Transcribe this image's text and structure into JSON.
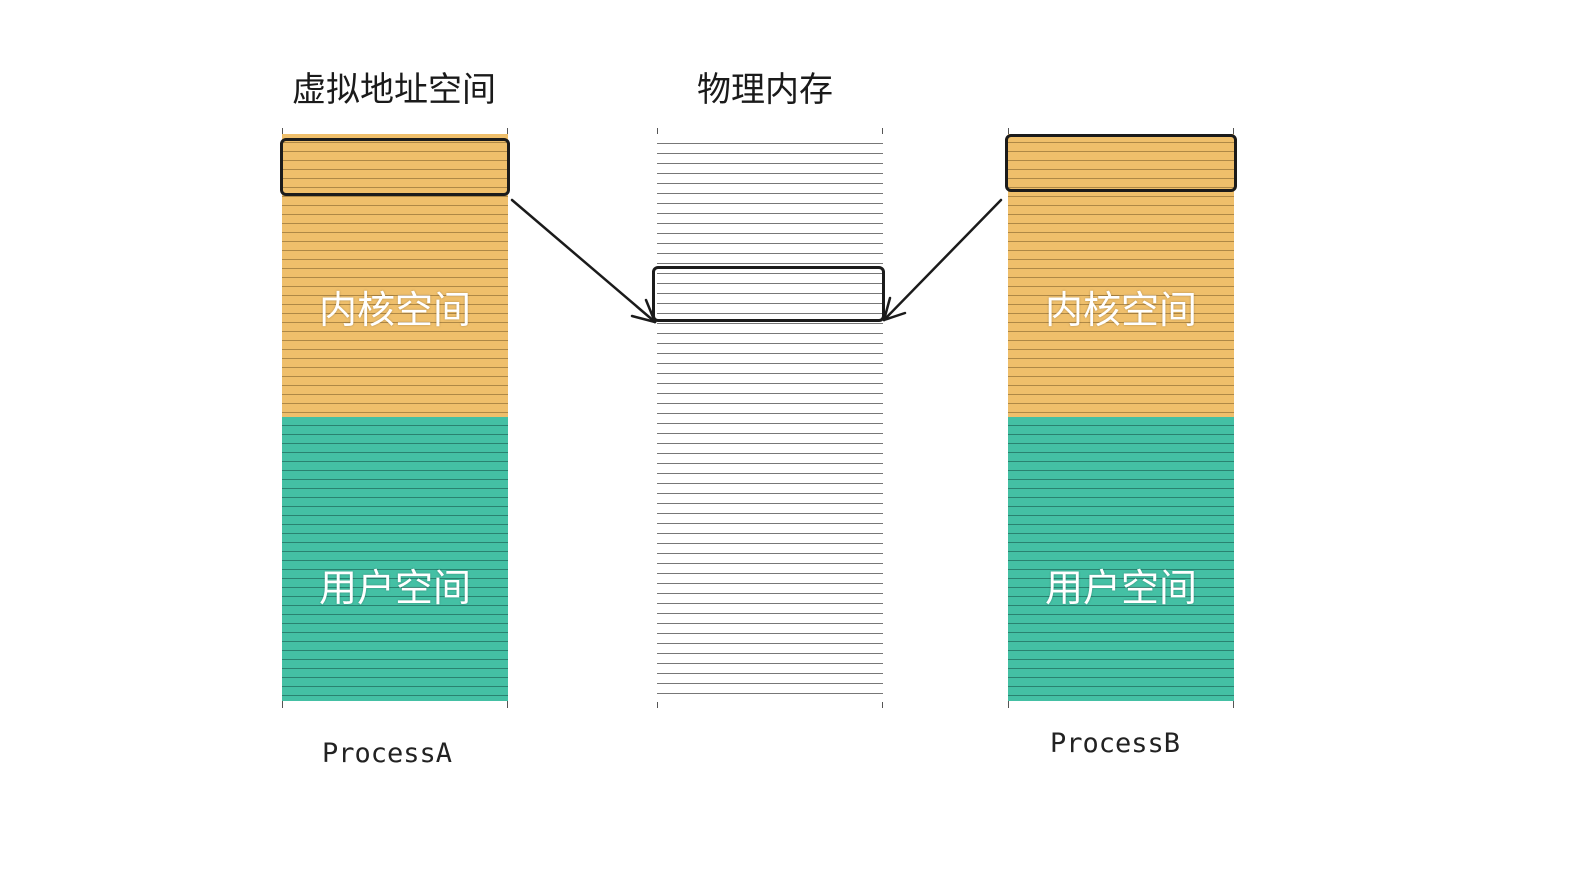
{
  "titles": {
    "virtual_address_space": "虚拟地址空间",
    "physical_memory": "物理内存"
  },
  "process_a": {
    "name": "ProcessA",
    "kernel_label": "内核空间",
    "user_label": "用户空间"
  },
  "process_b": {
    "name": "ProcessB",
    "kernel_label": "内核空间",
    "user_label": "用户空间"
  },
  "colors": {
    "kernel": "#efbf6b",
    "user": "#44c0a4",
    "outline": "#1b1b1b"
  }
}
